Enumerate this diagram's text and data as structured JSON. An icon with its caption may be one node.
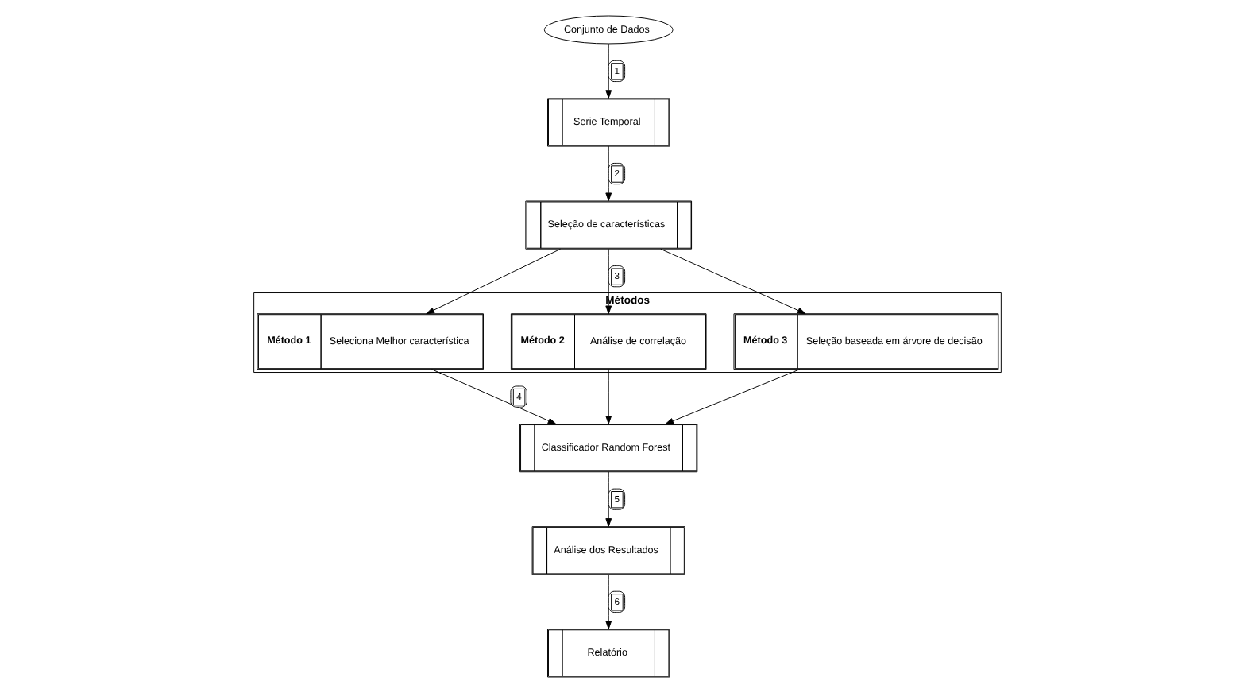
{
  "diagram": {
    "nodes": [
      {
        "text": [
          "Conjunto de Dados"
        ]
      },
      {
        "text": [
          "Serie Temporal"
        ]
      },
      {
        "text": [
          "Seleção de características"
        ]
      },
      {
        "text": [
          "Métodos"
        ]
      },
      {
        "text": [
          "Método 1",
          "Seleciona Melhor característica"
        ],
        "in": 3
      },
      {
        "text": [
          "Método 2",
          "Análise de correlação"
        ],
        "in": 3
      },
      {
        "text": [
          "Método 3",
          "Seleção baseada em árvore de decisão"
        ],
        "in": 3
      },
      {
        "text": [
          "Classificador Random Forest"
        ]
      },
      {
        "text": [
          "Análise dos Resultados"
        ]
      },
      {
        "text": [
          "Relatório"
        ]
      }
    ],
    "edges": [
      {
        "from": 0,
        "to": 1,
        "arrow": "to",
        "label": "1"
      },
      {
        "from": 1,
        "to": 2,
        "arrow": "to",
        "label": "2"
      },
      {
        "from": 2,
        "to": 4,
        "arrow": "to"
      },
      {
        "from": 2,
        "to": 5,
        "arrow": "to",
        "label": "3"
      },
      {
        "from": 2,
        "to": 6,
        "arrow": "to"
      },
      {
        "from": 4,
        "to": 7,
        "arrow": "to",
        "label": "4"
      },
      {
        "from": 5,
        "to": 7,
        "arrow": "to"
      },
      {
        "from": 6,
        "to": 7,
        "arrow": "to"
      },
      {
        "from": 7,
        "to": 8,
        "arrow": "to",
        "label": "5"
      },
      {
        "from": 8,
        "to": 9,
        "arrow": "to",
        "label": "6"
      }
    ]
  }
}
